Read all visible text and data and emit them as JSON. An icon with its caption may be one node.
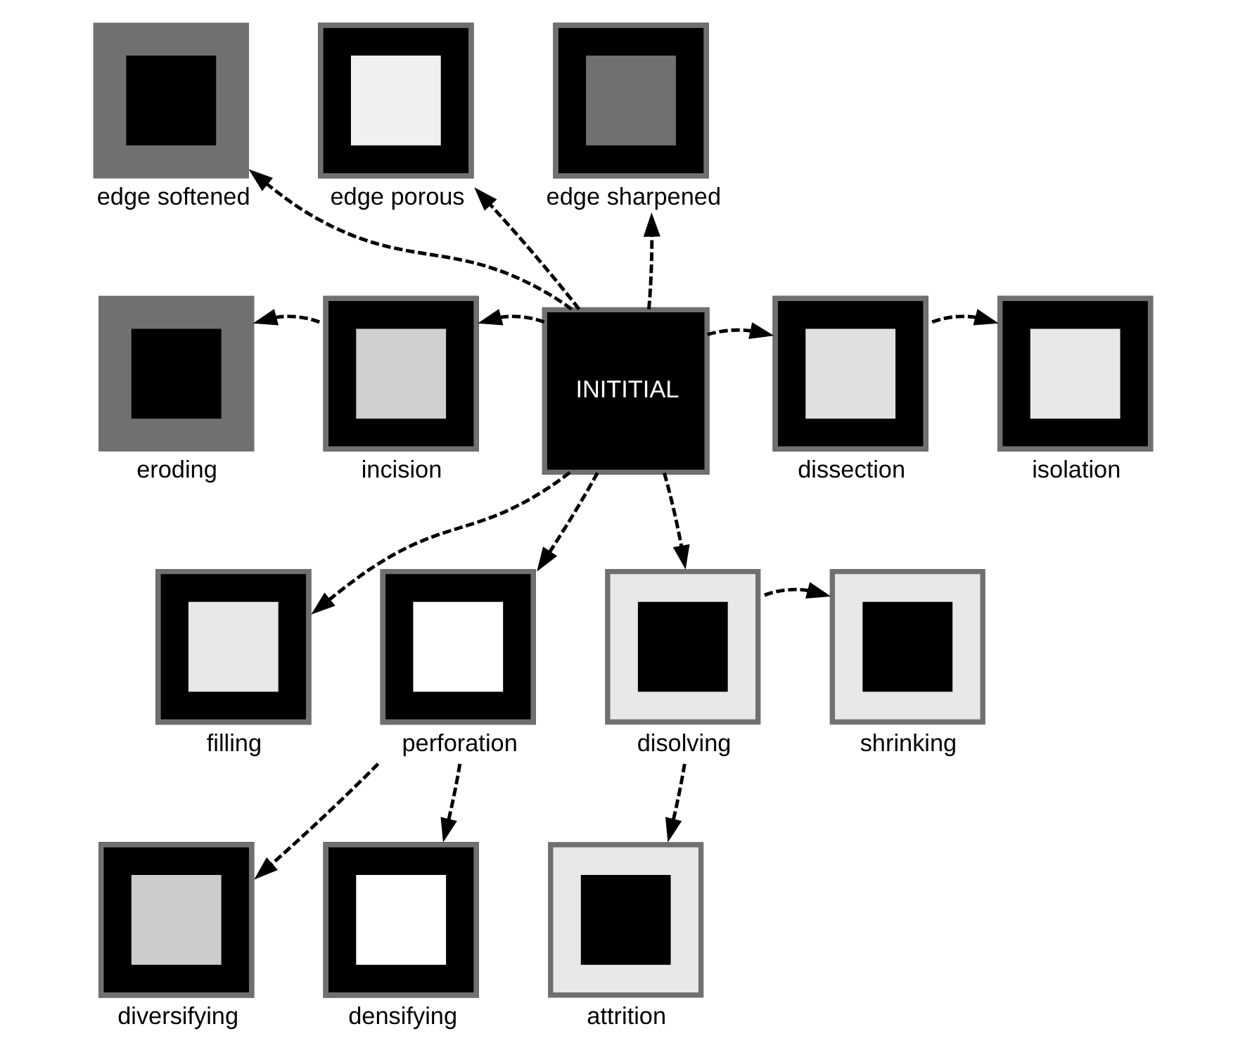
{
  "diagram": {
    "nodes": [
      {
        "text": [
          "INITITIAL"
        ]
      },
      {
        "text": [],
        "shape": "picture",
        "beside": [
          "edge softened"
        ]
      },
      {
        "text": [],
        "shape": "picture",
        "beside": [
          "edge porous"
        ]
      },
      {
        "text": [],
        "shape": "picture",
        "beside": [
          "edge sharpened"
        ]
      },
      {
        "text": [],
        "shape": "picture",
        "beside": [
          "eroding"
        ]
      },
      {
        "text": [],
        "shape": "picture",
        "beside": [
          "incision"
        ]
      },
      {
        "text": [],
        "shape": "picture",
        "beside": [
          "dissection"
        ]
      },
      {
        "text": [],
        "shape": "picture",
        "beside": [
          "isolation"
        ]
      },
      {
        "text": [],
        "shape": "picture",
        "beside": [
          "filling"
        ]
      },
      {
        "text": [],
        "shape": "picture",
        "beside": [
          "perforation"
        ]
      },
      {
        "text": [],
        "shape": "picture",
        "beside": [
          "disolving"
        ]
      },
      {
        "text": [],
        "shape": "picture",
        "beside": [
          "shrinking"
        ]
      },
      {
        "text": [],
        "shape": "picture",
        "beside": [
          "diversifying"
        ]
      },
      {
        "text": [],
        "shape": "picture",
        "beside": [
          "densifying"
        ]
      },
      {
        "text": [],
        "shape": "picture",
        "beside": [
          "attrition"
        ]
      }
    ],
    "edges": [
      {
        "from": 0,
        "to": 1,
        "arrow": "to",
        "style": "dashed"
      },
      {
        "from": 0,
        "to": 2,
        "arrow": "to",
        "style": "dashed"
      },
      {
        "from": 0,
        "to": 3,
        "arrow": "to",
        "style": "dashed"
      },
      {
        "from": 5,
        "to": 4,
        "arrow": "to",
        "style": "dashed"
      },
      {
        "from": 0,
        "to": 5,
        "arrow": "to",
        "style": "dashed"
      },
      {
        "from": 0,
        "to": 6,
        "arrow": "to",
        "style": "dashed"
      },
      {
        "from": 6,
        "to": 7,
        "arrow": "to",
        "style": "dashed"
      },
      {
        "from": 0,
        "to": 8,
        "arrow": "to",
        "style": "dashed"
      },
      {
        "from": 0,
        "to": 9,
        "arrow": "to",
        "style": "dashed"
      },
      {
        "from": 0,
        "to": 10,
        "arrow": "to",
        "style": "dashed"
      },
      {
        "from": 10,
        "to": 11,
        "arrow": "to",
        "style": "dashed"
      },
      {
        "from": 10,
        "to": 14,
        "arrow": "to",
        "style": "dashed"
      },
      {
        "from": 9,
        "to": 12,
        "arrow": "to",
        "style": "dashed"
      },
      {
        "from": 9,
        "to": 13,
        "arrow": "to",
        "style": "dashed"
      }
    ]
  }
}
